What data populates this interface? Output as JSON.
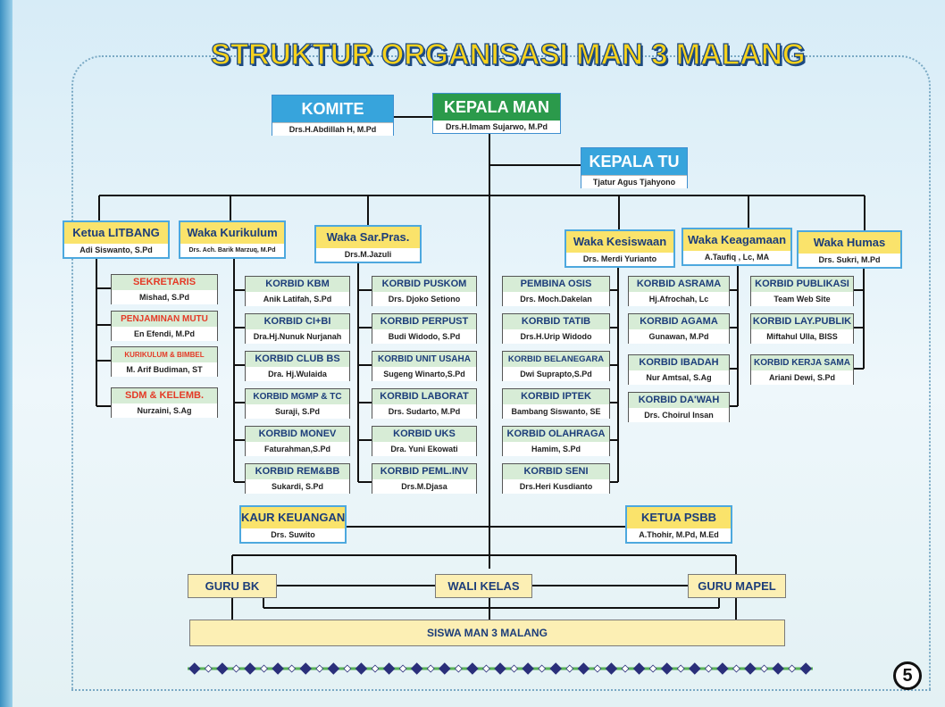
{
  "title": "STRUKTUR ORGANISASI MAN 3 MALANG",
  "top": {
    "komite": {
      "title": "KOMITE",
      "name": "Drs.H.Abdillah H, M.Pd"
    },
    "kepala_man": {
      "title": "KEPALA MAN",
      "name": "Drs.H.Imam Sujarwo, M.Pd"
    },
    "kepala_tu": {
      "title": "KEPALA TU",
      "name": "Tjatur Agus Tjahyono"
    }
  },
  "wakas": {
    "litbang": {
      "title": "Ketua LITBANG",
      "name": "Adi Siswanto, S.Pd"
    },
    "kurikulum": {
      "title": "Waka Kurikulum",
      "name": "Drs. Ach. Barik Marzuq, M.Pd"
    },
    "sarpras": {
      "title": "Waka Sar.Pras.",
      "name": "Drs.M.Jazuli"
    },
    "kesiswaan": {
      "title": "Waka Kesiswaan",
      "name": "Drs. Merdi Yurianto"
    },
    "keagamaan": {
      "title": "Waka Keagamaan",
      "name": "A.Taufiq , Lc, MA"
    },
    "humas": {
      "title": "Waka Humas",
      "name": "Drs. Sukri, M.Pd"
    }
  },
  "litbang_sub": [
    {
      "title": "SEKRETARIS",
      "name": "Mishad, S.Pd"
    },
    {
      "title": "PENJAMINAN MUTU",
      "name": "En Efendi, M.Pd"
    },
    {
      "title": "KURIKULUM & BIMBEL",
      "name": "M. Arif Budiman, ST"
    },
    {
      "title": "SDM & KELEMB.",
      "name": "Nurzaini, S.Ag"
    }
  ],
  "kurikulum_sub": [
    {
      "title": "KORBID KBM",
      "name": "Anik Latifah, S.Pd"
    },
    {
      "title": "KORBID CI+BI",
      "name": "Dra.Hj.Nunuk Nurjanah"
    },
    {
      "title": "KORBID CLUB BS",
      "name": "Dra. Hj.Wulaida"
    },
    {
      "title": "KORBID MGMP & TC",
      "name": "Suraji, S.Pd"
    },
    {
      "title": "KORBID MONEV",
      "name": "Faturahman,S.Pd"
    },
    {
      "title": "KORBID REM&BB",
      "name": "Sukardi, S.Pd"
    }
  ],
  "sarpras_sub": [
    {
      "title": "KORBID PUSKOM",
      "name": "Drs. Djoko Setiono"
    },
    {
      "title": "KORBID PERPUST",
      "name": "Budi Widodo, S.Pd"
    },
    {
      "title": "KORBID UNIT USAHA",
      "name": "Sugeng Winarto,S.Pd"
    },
    {
      "title": "KORBID LABORAT",
      "name": "Drs. Sudarto, M.Pd"
    },
    {
      "title": "KORBID UKS",
      "name": "Dra. Yuni Ekowati"
    },
    {
      "title": "KORBID PEML.INV",
      "name": "Drs.M.Djasa"
    }
  ],
  "kesiswaan_sub": [
    {
      "title": "PEMBINA OSIS",
      "name": "Drs. Moch.Dakelan"
    },
    {
      "title": "KORBID TATIB",
      "name": "Drs.H.Urip Widodo"
    },
    {
      "title": "KORBID BELANEGARA",
      "name": "Dwi Suprapto,S.Pd"
    },
    {
      "title": "KORBID IPTEK",
      "name": "Bambang Siswanto, SE"
    },
    {
      "title": "KORBID OLAHRAGA",
      "name": "Hamim, S.Pd"
    },
    {
      "title": "KORBID SENI",
      "name": "Drs.Heri Kusdianto"
    }
  ],
  "keagamaan_sub": [
    {
      "title": "KORBID ASRAMA",
      "name": "Hj.Afrochah, Lc"
    },
    {
      "title": "KORBID AGAMA",
      "name": "Gunawan, M.Pd"
    },
    {
      "title": "KORBID IBADAH",
      "name": "Nur Amtsal, S.Ag"
    },
    {
      "title": "KORBID DA'WAH",
      "name": "Drs. Choirul Insan"
    }
  ],
  "humas_sub": [
    {
      "title": "KORBID PUBLIKASI",
      "name": "Team Web Site"
    },
    {
      "title": "KORBID LAY.PUBLIK",
      "name": "Miftahul Ulla, BISS"
    },
    {
      "title": "KORBID KERJA SAMA",
      "name": "Ariani Dewi, S.Pd"
    }
  ],
  "kaur_keuangan": {
    "title": "KAUR KEUANGAN",
    "name": "Drs. Suwito"
  },
  "ketua_psbb": {
    "title": "KETUA PSBB",
    "name": "A.Thohir, M.Pd, M.Ed"
  },
  "guru_bk": "GURU BK",
  "wali_kelas": "WALI KELAS",
  "guru_mapel": "GURU MAPEL",
  "siswa": "SISWA MAN 3 MALANG",
  "page_number": "5"
}
